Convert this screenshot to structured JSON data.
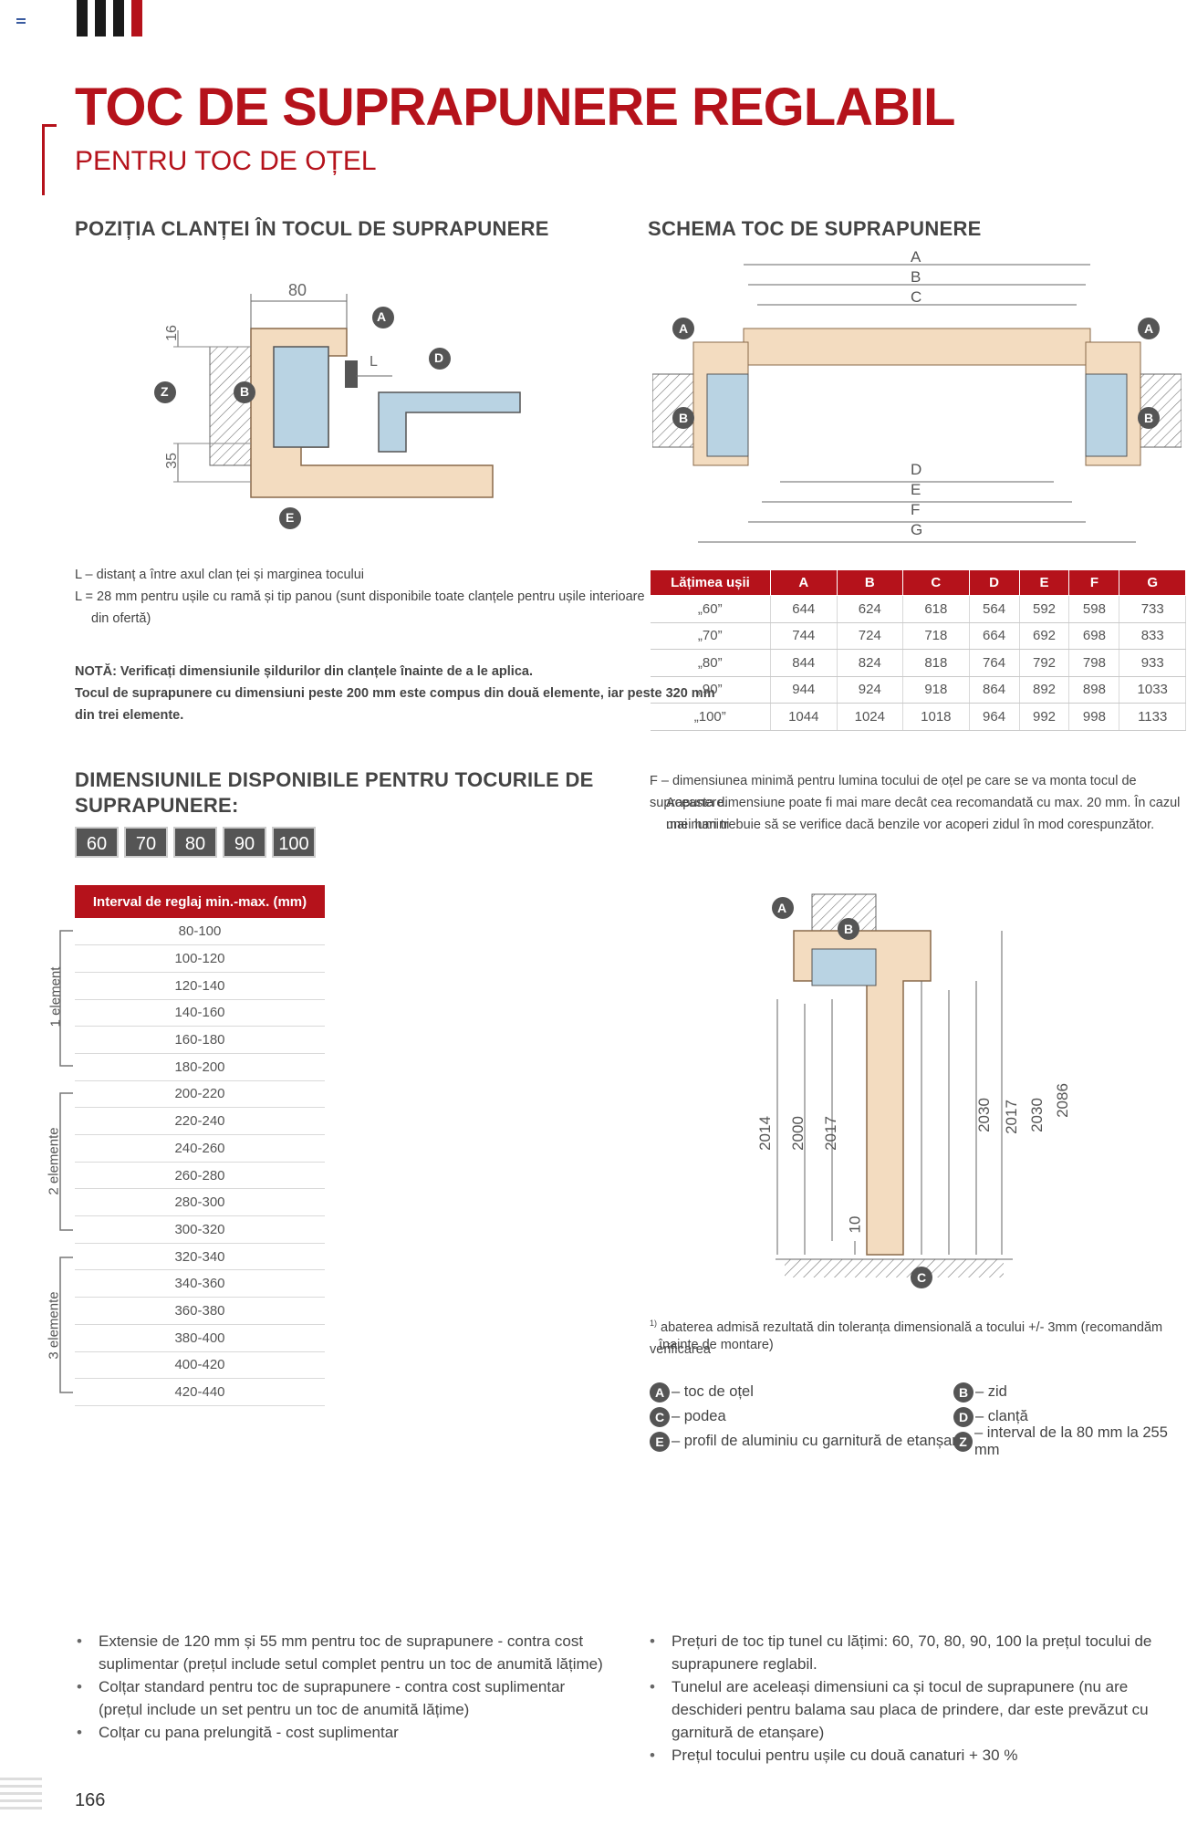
{
  "header": {
    "title": "TOC DE SUPRAPUNERE REGLABIL",
    "subtitle": "PENTRU TOC DE OȚEL"
  },
  "section_left": {
    "title": "POZIȚIA CLANȚEI ÎN TOCUL DE SUPRAPUNERE",
    "dim_80": "80",
    "dim_16": "16",
    "dim_35": "35",
    "dim_L": "L",
    "label_A": "A",
    "label_B": "B",
    "label_D": "D",
    "label_E": "E",
    "label_Z": "Z",
    "note_1": "L – distanț a între axul clan ței și marginea tocului",
    "note_2": "L = 28 mm pentru ușile cu ramă și tip panou (sunt disponibile toate clanțele pentru ușile interioare",
    "note_3": "din ofertă)",
    "note_4": "NOTĂ: Verificați dimensiunile șildurilor din clanțele înainte de a le aplica.",
    "note_5": "Tocul de suprapunere cu dimensiuni peste 200 mm este compus din două elemente, iar peste 320 mm",
    "note_6": "din trei elemente."
  },
  "section_right": {
    "title": "SCHEMA TOC DE SUPRAPUNERE",
    "top_labels": [
      "A",
      "B",
      "C"
    ],
    "bottom_labels": [
      "D",
      "E",
      "F",
      "G"
    ],
    "side_A": "A",
    "side_B": "B"
  },
  "dimensions_table": {
    "headers": [
      "Lățimea ușii",
      "A",
      "B",
      "C",
      "D",
      "E",
      "F",
      "G"
    ],
    "rows": [
      [
        "„60”",
        "644",
        "624",
        "618",
        "564",
        "592",
        "598",
        "733"
      ],
      [
        "„70”",
        "744",
        "724",
        "718",
        "664",
        "692",
        "698",
        "833"
      ],
      [
        "„80”",
        "844",
        "824",
        "818",
        "764",
        "792",
        "798",
        "933"
      ],
      [
        "„90”",
        "944",
        "924",
        "918",
        "864",
        "892",
        "898",
        "1033"
      ],
      [
        "„100”",
        "1044",
        "1024",
        "1018",
        "964",
        "992",
        "998",
        "1133"
      ]
    ]
  },
  "f_note": {
    "line1": "F – dimensiunea minimă pentru lumina tocului de oțel pe care se va monta tocul de suprapunere.",
    "line2": "Aceasta dimensiune poate fi mai mare decât cea recomandată cu max. 20 mm. În cazul unei lumini",
    "line3": "mai mari trebuie să se verifice dacă benzile vor acoperi zidul în mod corespunzător."
  },
  "available": {
    "title_line1": "DIMENSIUNILE DISPONIBILE PENTRU TOCURILE DE",
    "title_line2": "SUPRAPUNERE:",
    "chips": [
      "60",
      "70",
      "80",
      "90",
      "100"
    ]
  },
  "range_table": {
    "header": "Interval de reglaj min.-max. (mm)",
    "rows": [
      "80-100",
      "100-120",
      "120-140",
      "140-160",
      "160-180",
      "180-200",
      "200-220",
      "220-240",
      "240-260",
      "260-280",
      "280-300",
      "300-320",
      "320-340",
      "340-360",
      "360-380",
      "380-400",
      "400-420",
      "420-440"
    ],
    "group_1": "1 element",
    "group_2": "2 elemente",
    "group_3": "3 elemente"
  },
  "vertical_schema": {
    "dims": [
      "2014",
      "2000",
      "2017",
      "10",
      "2030",
      "2017",
      "2030",
      "2086"
    ],
    "footnote_mark": "1)",
    "label_A": "A",
    "label_B": "B",
    "label_C": "C",
    "footnote_line1": "abaterea admisă rezultată din toleranța dimensională a tocului +/- 3mm (recomandăm verificarea",
    "footnote_line2": "înainte de montare)"
  },
  "legend": {
    "A": "– toc de oțel",
    "B": "– zid",
    "C": "– podea",
    "D": "– clanță",
    "E": "– profil de aluminiu cu garnitură de etanșare",
    "Z": "– interval de la 80 mm la 255 mm"
  },
  "bullets_left": [
    "Extensie de 120 mm și 55 mm pentru toc de suprapunere - contra cost suplimentar (prețul include setul complet pentru un toc de anumită lățime)",
    "Colțar standard pentru toc de suprapunere - contra cost suplimentar (prețul include un set pentru un toc de anumită lățime)",
    "Colțar cu pana prelungită - cost suplimentar"
  ],
  "bullets_right": [
    "Prețuri de toc tip tunel cu lățimi: 60, 70, 80, 90, 100 la prețul tocului de suprapunere reglabil.",
    "Tunelul are aceleași dimensiuni ca și tocul de suprapunere (nu are deschideri pentru balama sau placa de prindere, dar este prevăzut cu garnitură de etanșare)",
    "Prețul tocului pentru ușile cu două canaturi + 30 %"
  ],
  "page_number": "166",
  "colors": {
    "accent": "#b5121b",
    "wood": "#f3dcc0",
    "glass": "#b9d3e3"
  }
}
